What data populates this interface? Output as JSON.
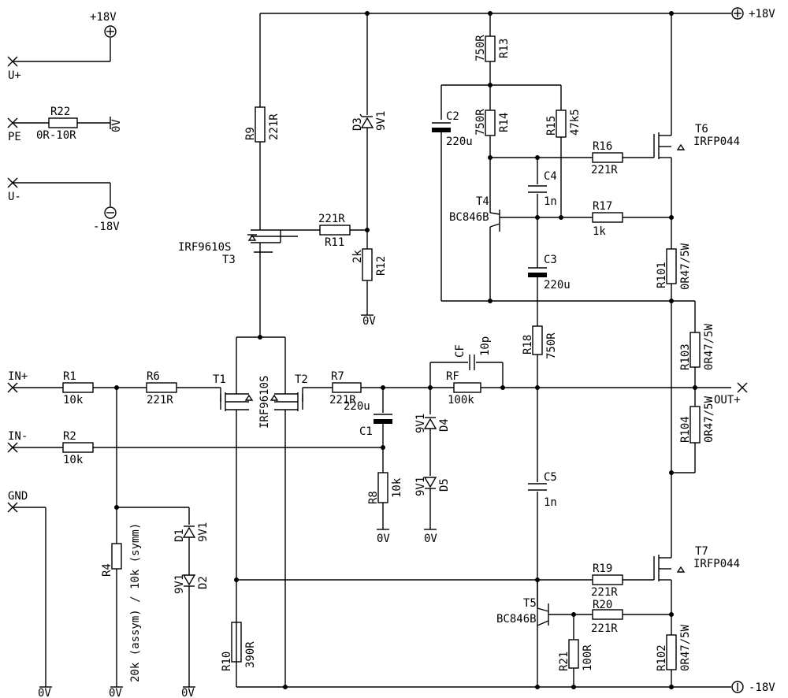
{
  "labels": {
    "p18_top": "+18V",
    "u_plus": "U+",
    "r22": "R22",
    "r22_val": "0R-10R",
    "pe": "PE",
    "gnd0v": "0V",
    "u_minus": "U-",
    "m18": "-18V",
    "r9": "R9",
    "r9_val": "221R",
    "d3": "D3",
    "d3_val": "9V1",
    "r11": "R11",
    "r11_val": "221R",
    "r12": "R12",
    "r12_val": "2k",
    "irf9610s": "IRF9610S",
    "t3": "T3",
    "r13": "R13",
    "r13_val": "750R",
    "c2": "C2",
    "c2_val": "220u",
    "r14": "R14",
    "r14_val": "750R",
    "r15": "R15",
    "r15_val": "47k5",
    "r16": "R16",
    "r16_val": "221R",
    "t6": "T6",
    "irfp044": "IRFP044",
    "c4": "C4",
    "c4_val": "1n",
    "t4": "T4",
    "bc846b": "BC846B",
    "r17": "R17",
    "r17_val": "1k",
    "c3": "C3",
    "c3_val": "220u",
    "r101": "R101",
    "r47_5w": "0R47/5W",
    "r18": "R18",
    "r18_val": "750R",
    "r103": "R103",
    "cf": "CF",
    "cf_val": "10p",
    "in_plus": "IN+",
    "r1": "R1",
    "r1_val": "10k",
    "r6": "R6",
    "r6_val": "221R",
    "t1": "T1",
    "t2": "T2",
    "r7": "R7",
    "r7_val": "221R",
    "rf": "RF",
    "rf_val": "100k",
    "out_plus": "OUT+",
    "c1": "C1",
    "c1_val": "220u",
    "d4": "D4",
    "d4_val": "9V1",
    "r104": "R104",
    "in_minus": "IN-",
    "r2": "R2",
    "r2_val": "10k",
    "gnd": "GND",
    "r8": "R8",
    "r8_val": "10k",
    "d5": "D5",
    "d5_val": "9V1",
    "c5": "C5",
    "c5_val": "1n",
    "d1": "D1",
    "d1_val": "9V1",
    "d2": "D2",
    "d2_val": "9V1",
    "r4": "R4",
    "r4_val": "20k (assym) / 10k (symm)",
    "t7": "T7",
    "r19": "R19",
    "r19_val": "221R",
    "t5": "T5",
    "r20": "R20",
    "r20_val": "221R",
    "r10": "R10",
    "r10_val": "390R",
    "r21": "R21",
    "r21_val": "100R",
    "r102": "R102",
    "m18_bottom": "-18V"
  }
}
